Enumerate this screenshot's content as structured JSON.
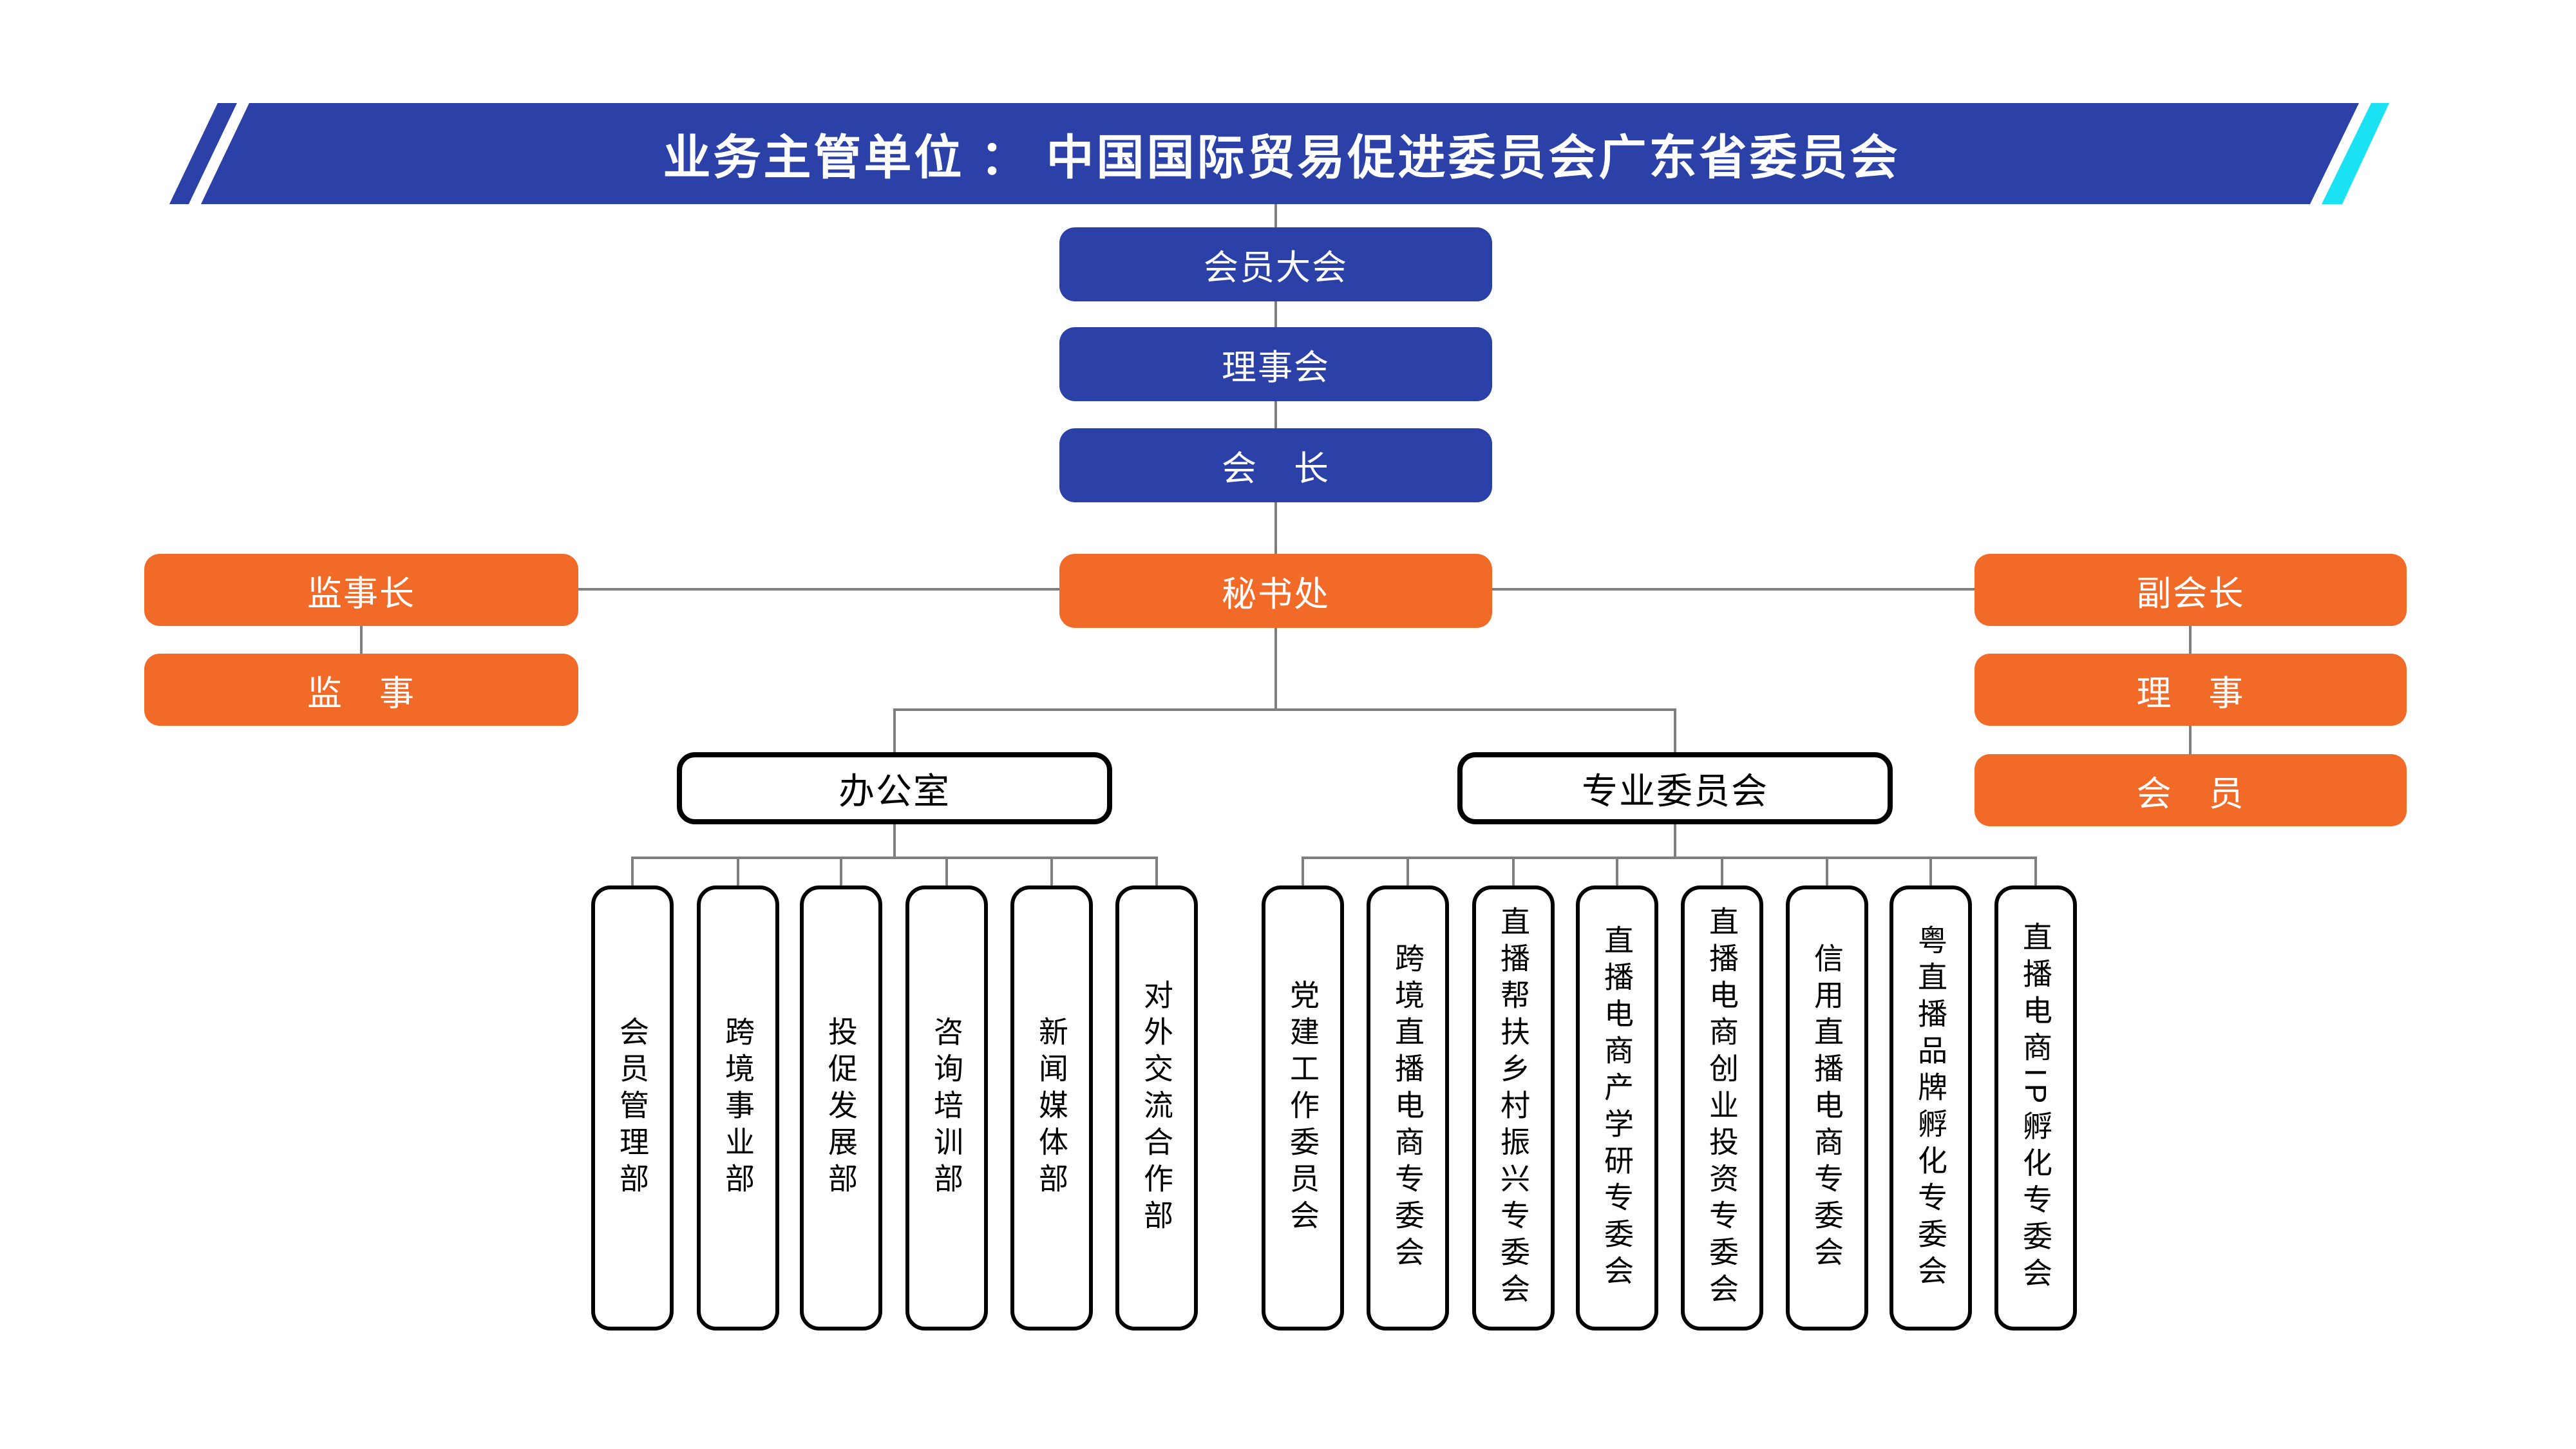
{
  "banner": {
    "title": "业务主管单位 ： 中国国际贸易促进委员会广东省委员会"
  },
  "colors": {
    "banner_blue": "#2B41A8",
    "accent_cyan": "#1BE2F2",
    "node_blue": "#2B41A8",
    "node_orange": "#F26A28",
    "connector_gray": "#7F7F7F",
    "outline_black": "#000000"
  },
  "org": {
    "top_chain": [
      {
        "label": "会员大会"
      },
      {
        "label": "理事会"
      },
      {
        "label": "会　长"
      }
    ],
    "secretariat": {
      "label": "秘书处"
    },
    "left_branch": [
      {
        "label": "监事长"
      },
      {
        "label": "监　事"
      }
    ],
    "right_branch": [
      {
        "label": "副会长"
      },
      {
        "label": "理　事"
      },
      {
        "label": "会　员"
      }
    ],
    "office": {
      "label": "办公室",
      "children": [
        "会员管理部",
        "跨境事业部",
        "投促发展部",
        "咨询培训部",
        "新闻媒体部",
        "对外交流合作部"
      ]
    },
    "committees": {
      "label": "专业委员会",
      "children": [
        "党建工作委员会",
        "跨境直播电商专委会",
        "直播帮扶乡村振兴专委会",
        "直播电商产学研专委会",
        "直播电商创业投资专委会",
        "信用直播电商专委会",
        "粤直播品牌孵化专委会",
        "直播电商IP孵化专委会"
      ]
    }
  }
}
